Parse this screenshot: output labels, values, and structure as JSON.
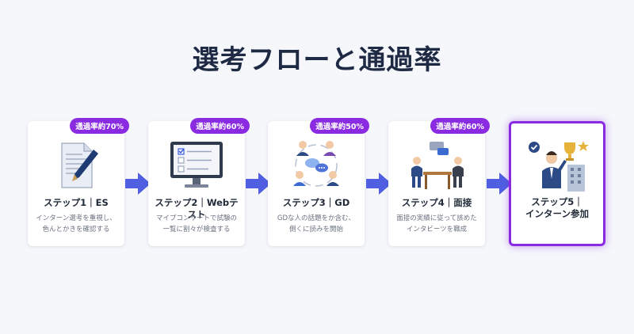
{
  "title": "選考フローと通過率",
  "steps": [
    {
      "badge": "通過率約70%",
      "title": "ステップ1｜ES",
      "desc": "インターン選考を重視し、\n色んとかきを確認する",
      "icon": "document-pen-icon"
    },
    {
      "badge": "通過率約60%",
      "title": "ステップ2｜Webテスト",
      "desc": "マイプコンサートで試験の\n一覧に割々が検査する",
      "icon": "monitor-checklist-icon"
    },
    {
      "badge": "通過率約50%",
      "title": "ステップ3｜GD",
      "desc": "GDな人の話題をか含む、\n側くに読みを開始",
      "icon": "group-discussion-icon"
    },
    {
      "badge": "通過率約60%",
      "title": "ステップ4｜面接",
      "desc": "面接の実績に従って該めた\nインタビーツを職成",
      "icon": "interview-icon"
    },
    {
      "title": "ステップ5｜\nインターン参加",
      "icon": "intern-trophy-icon"
    }
  ],
  "colors": {
    "accent": "#8a2be2",
    "arrow": "#4f5fe0"
  }
}
